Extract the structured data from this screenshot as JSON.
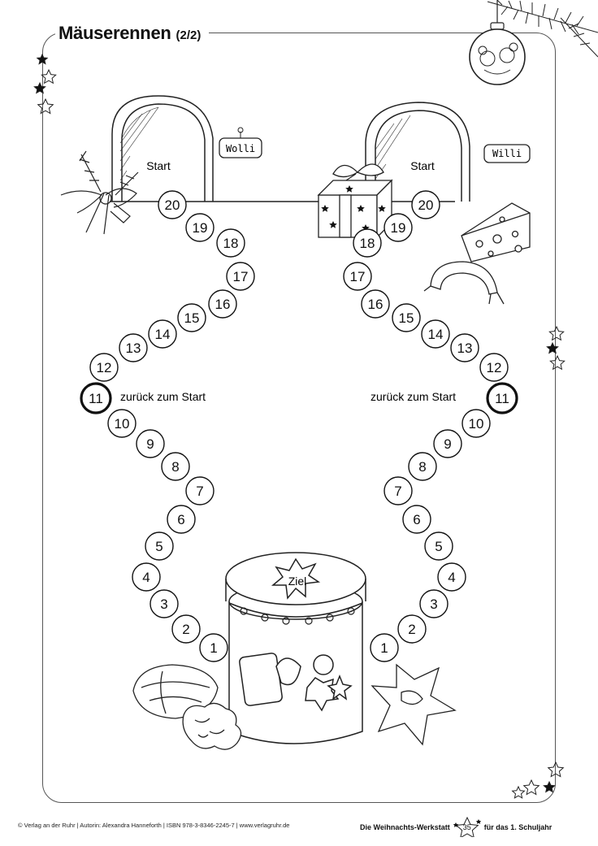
{
  "header": {
    "title": "Mäuserennen",
    "subtitle": "(2/2)"
  },
  "board": {
    "start_label": "Start",
    "back_label": "zurück zum Start",
    "goal_label": "Ziel",
    "left_sign": "Wolli",
    "right_sign": "Willi",
    "highlight_field": 11,
    "left_track": [
      {
        "n": 1
      },
      {
        "n": 2
      },
      {
        "n": 3
      },
      {
        "n": 4
      },
      {
        "n": 5
      },
      {
        "n": 6
      },
      {
        "n": 7
      },
      {
        "n": 8
      },
      {
        "n": 9
      },
      {
        "n": 10
      },
      {
        "n": 11
      },
      {
        "n": 12
      },
      {
        "n": 13
      },
      {
        "n": 14
      },
      {
        "n": 15
      },
      {
        "n": 16
      },
      {
        "n": 17
      },
      {
        "n": 18
      },
      {
        "n": 19
      },
      {
        "n": 20
      }
    ],
    "right_track": [
      {
        "n": 1
      },
      {
        "n": 2
      },
      {
        "n": 3
      },
      {
        "n": 4
      },
      {
        "n": 5
      },
      {
        "n": 6
      },
      {
        "n": 7
      },
      {
        "n": 8
      },
      {
        "n": 9
      },
      {
        "n": 10
      },
      {
        "n": 11
      },
      {
        "n": 12
      },
      {
        "n": 13
      },
      {
        "n": 14
      },
      {
        "n": 15
      },
      {
        "n": 16
      },
      {
        "n": 17
      },
      {
        "n": 18
      },
      {
        "n": 19
      },
      {
        "n": 20
      }
    ]
  },
  "footer": {
    "credits": "© Verlag an der Ruhr | Autorin: Alexandra Hanneforth | ISBN 978-3-8346-2245-7 | www.verlagruhr.de",
    "book_title": "Die Weihnachts-Werkstatt",
    "page_number": "35",
    "grade": "für das 1. Schuljahr"
  }
}
